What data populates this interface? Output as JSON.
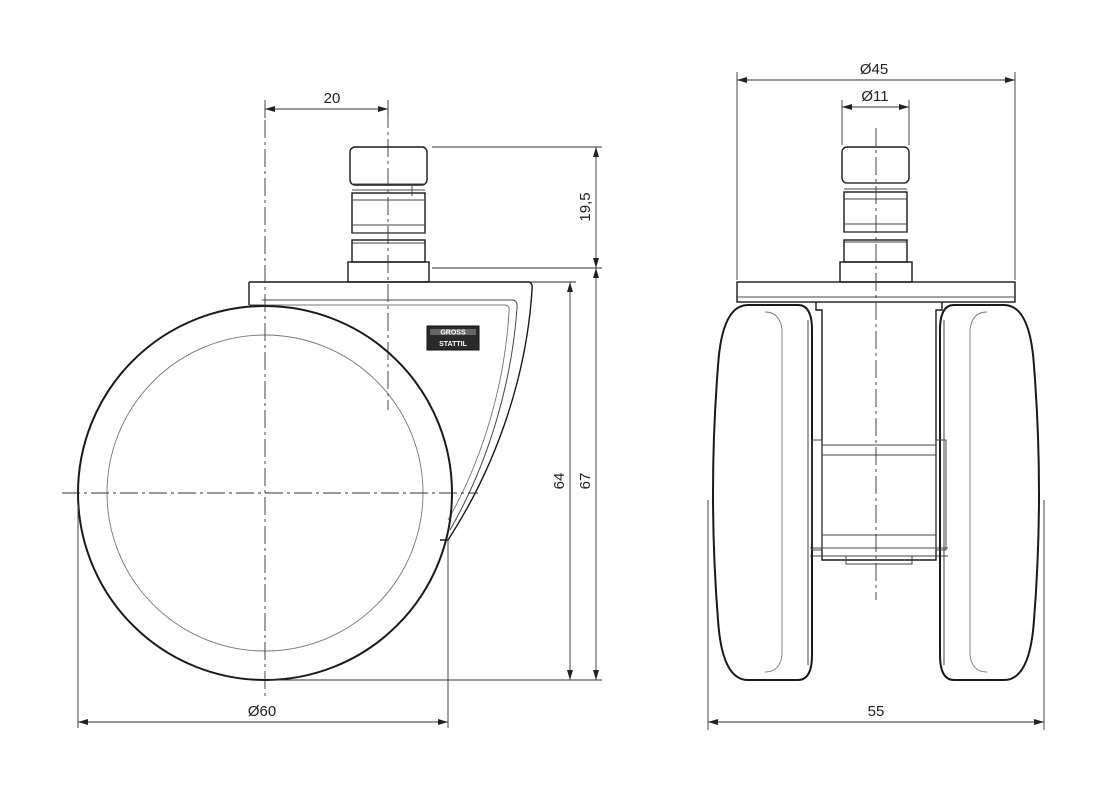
{
  "dimensions": {
    "stem_width": "20",
    "stem_height": "19,5",
    "height_axle": "64",
    "height_total": "67",
    "wheel_diameter": "Ø60",
    "plate_diameter": "Ø45",
    "stem_diameter": "Ø11",
    "total_width": "55"
  },
  "logo": {
    "line1": "GROSS",
    "line2": "STATTIL"
  }
}
